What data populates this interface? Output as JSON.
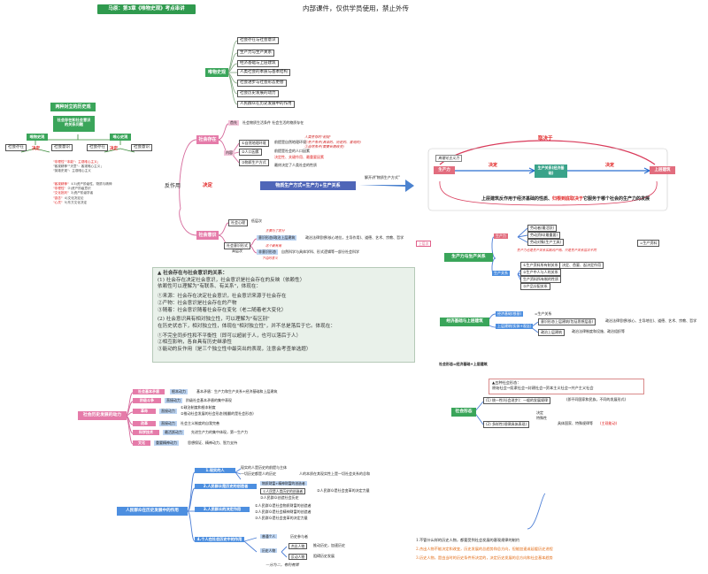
{
  "header": {
    "title_badge": "马原：第3章《唯物史观》考点串讲",
    "notice": "内部课件，仅供学员使用，禁止外传"
  },
  "materialism": {
    "root": "唯物史观",
    "items": [
      "社会存在与社会意识",
      "生产力与生产关系",
      "经济基础与上层建筑",
      "人类社会的本质与基本结构",
      "社会进步与社会形态更替",
      "社会历史发展的动力",
      "人民群众在历史发展中的作用"
    ]
  },
  "left_top": {
    "title": "两种对立的历史观",
    "sub1": "社会存在和社会意识",
    "sub2": "的关系问题",
    "materialist_view": "唯物史观",
    "idealist_view": "唯心史观",
    "left_leaf": "社会存在",
    "right_leaf": "社会意识",
    "decides": "决定",
    "decides2": "决定",
    "text_lines": [
      "\"非理性\"\"本能\"：主观唯心主义；",
      "\"客观精神\"\"天意\"：客观唯心主义；",
      "\"英雄史观\"：主观唯心主义"
    ],
    "table": [
      [
        "\"客观精神\"",
        "①3)资产阶级性，物质与精神"
      ],
      [
        "\"非理性\"",
        "②)资产阶级意识"
      ],
      [
        "\"文化批判\"",
        "3)资产阶级学者"
      ],
      [
        "\"欲念\"",
        "4)文化决定论"
      ],
      [
        "\"心灵\"",
        "5)东方文化决定"
      ]
    ]
  },
  "center": {
    "sub_theme": "反作用",
    "decides": "决定",
    "social_existence": "社会存在",
    "social_consciousness": "社会意识",
    "first_box": "首先",
    "first_text": "社会物质生活条件 社会生活的物质存在",
    "second_box": "内容",
    "geo_env": "①自然地理环境",
    "geo_env_note": "前提是自然地理环境",
    "population": "②人口因素",
    "population_note": "前提是社会的人口因素",
    "material_mode": "③物质生产方式",
    "material_mode_note1": "决定性、关键作用、最重要因素",
    "material_mode_note2": "最终决定了人类社会的性质",
    "red_note1": "人类生存的\"前提\"",
    "red_note2": "①生产条件(具体的、历史的、客观的)",
    "red_note3": "②自然条件(需要长期改变)",
    "bar_label": "物质生产方式=生产力+生产关系",
    "arrow_label": "解开讲\"物质生产方式\"",
    "consciousness_mind": "社会心理",
    "consciousness_mind_note": "低层次",
    "consciousness_form": "社会意识形式",
    "consciousness_form_note": "高层次",
    "form_ideology": "意识形态/政治上层建筑",
    "form_ideology_note": "政治法律思想(核心地位，主导作用)、道德、艺术、宗教、哲学",
    "form_nonideology": "非意识形态",
    "form_nonideology_note": "自然科学与具体学科、形式逻辑等一部分社会科学",
    "tags": [
      "主要为了区分",
      "这个最有用",
      "下边的意义"
    ],
    "tail": "上层次"
  },
  "base_super": {
    "productive_force": "生产力",
    "production_relation": "生产关系(经济基础)",
    "superstructure": "上层建筑",
    "decides_left": "决定",
    "decides_right": "决定",
    "decides_top": "取决于",
    "handwritten": "真理论主义力",
    "statement_prefix": "上层建筑反作用于经济基础的性质、",
    "statement_red": "归根到底取决于",
    "statement_suffix": "它服务于哪个社会的生产力的发展"
  },
  "production": {
    "root": "生产力与生产关系",
    "pf_box": "生产力",
    "pf_sub1": "劳动者(最活跃)",
    "pf_sub2": "劳动资料(最重要)",
    "pf_sub3": "劳动对象(生产工具)",
    "pf_note": "生产力也是生产关系实践的产物。只是生产关系层次不同",
    "pf_tail": "=生产资料",
    "pr_box": "生产关系",
    "pr_sub1": "①生产资料所有制关系",
    "pr_sub1_note": "决定、首要、起决定作用",
    "pr_sub2": "②生产中人与人的关系",
    "pr_sub3": "③产品分配关系",
    "pr_note1": "①生产资料，占有生产资料所有制的关系",
    "pr_note2": "②生产过程中形成的人与人之间的生产关系",
    "pr_note3": "③在分配领域中形成的关系，分配方式取决于所有制形式",
    "extra": "生产资料所有制的性质"
  },
  "economy": {
    "root": "经济基础与上层建筑",
    "eb": "经济基础(根基)",
    "eb_note": "=生产关系",
    "sb": "上层建筑(实体+观念)",
    "sb_sub1": "意识形态上层建筑(包括思想层面)",
    "sb_sub1_note": "政治法律思想(核心、主导地位)、道德、艺术、宗教、哲学",
    "sb_sub2": "政治上层建筑",
    "sb_sub2_note": "政治法律制度和设施、政治组织等",
    "transition": "社会形态=经济基础+上层建筑",
    "label": "社会形态"
  },
  "social_form": {
    "root": "社会形态",
    "sequence_title": "▲五种社会形态：",
    "sequence": "原始社会→奴隶社会→封建社会→资本主义社会→共产主义社会",
    "unity_label": "(1) 统一性(社会进步)：",
    "unity_note": "一般的发展规律",
    "unity_detail": "(即不同国家和民族，不同的发展形式)",
    "diversity_label": "(2) 多样性(规律具体表现)",
    "diversity_note": "具体国家、特殊规律等",
    "diversity_extra": "(主观能动)",
    "decides": "决定",
    "extra": "特殊性"
  },
  "motive": {
    "root": "社会历史发展的动力",
    "rows": [
      {
        "label": "社会基本矛盾",
        "tag": "根本动力",
        "note": "基本矛盾：生产力和生产关系+经济基础和上层建筑"
      },
      {
        "label": "阶级斗争",
        "tag": "直接动力",
        "note": "阶级社会基本矛盾的集中表现"
      },
      {
        "label": "革命",
        "tag": "直接动力",
        "note1": "①政治制度和根本制度",
        "note2": "②推动社会发展的社会形态(推翻的是社会形态)"
      },
      {
        "label": "改革",
        "tag": "直接动力",
        "note": "社会主义制度的自我完善"
      },
      {
        "label": "科学技术",
        "tag": "最活跃动力",
        "note": "先进生产力的集中体现，第一生产力"
      },
      {
        "label": "文化",
        "tag": "重要精神动力",
        "note": "思想保证、精神动力、智力支持"
      }
    ]
  },
  "masses": {
    "root": "人民群众在历史发展中的作用",
    "s1": "1.现实的人",
    "s1_note1": "现实的人是历史的前提与主体",
    "s1_note2": "一切历史都是人的历史",
    "s1_note3": "人的本质在其现实性上是一切社会关系的总和",
    "s2": "2.人民群众是历史的创造者",
    "s2_note1": "物质财富+精神财富的创造者",
    "s2_note2": "①人民是人类历史的创造者",
    "s2_note3": "②人民群众是社会变革的决定力量",
    "s2_note4": "③人民群众创造社会历史",
    "s3": "3.人民群众的决定作用",
    "s3_note1": "①人民群众是社会物质财富的创造者",
    "s3_note2": "②人民群众是社会精神财富的创造者",
    "s3_note3": "③人民群众是社会变革的决定力量",
    "s4": "4.个人在社会历史中的作用",
    "s4_sub1": "普通个人",
    "s4_sub1_note": "历史参与者",
    "s4_sub2": "历史人物",
    "s4_sub2_a": "杰出人物",
    "s4_sub2_b": "反动人物",
    "s4_sub2_a_note": "推动历史，加速历史",
    "s4_sub2_b_note": "阻碍历史发展",
    "tail_note": "一分为二，有利有弊",
    "right_notes": [
      "1.不管什么样的历史人物，都要受到社会发展的客观规律的制约",
      "2.杰出人物不能决定和改变，历史发展的总趋势和总方向，但能加速或延缓历史进程",
      "3.历史人物，是由当时的历史条件所决定的，决定历史发展的总方向和社会基本趋势"
    ]
  },
  "note_box": {
    "title": "▲ 社会存在与社会意识的关系：",
    "p1": "(1) 社会存在决定社会意识，社会意识是社会存在的反映（依赖性）",
    "p1b": "依赖性可以理解为\"有联系、有关系\"，体现在：",
    "list1": [
      "①来源：社会存在决定社会意识，社会意识来源于社会存在",
      "②产物：社会意识是社会存在的产物",
      "③随着：社会意识随着社会存在变化（老二随着老大变化）"
    ],
    "p2": "(2) 社会意识具有相对独立性，可以理解为\"有区别\"",
    "p2b": "在历史状态下，相对独立性，体现在\"相对独立性\"，并不总是落后于它。体现在：",
    "list2": [
      "①不完全同步性和不平衡性（即可以超前于人，也可以落后于人）",
      "②相互影响，各自具有历史继承性",
      "③能动的反作用（是三个独立性中最突出的表现，注意会考查单选题）"
    ]
  }
}
